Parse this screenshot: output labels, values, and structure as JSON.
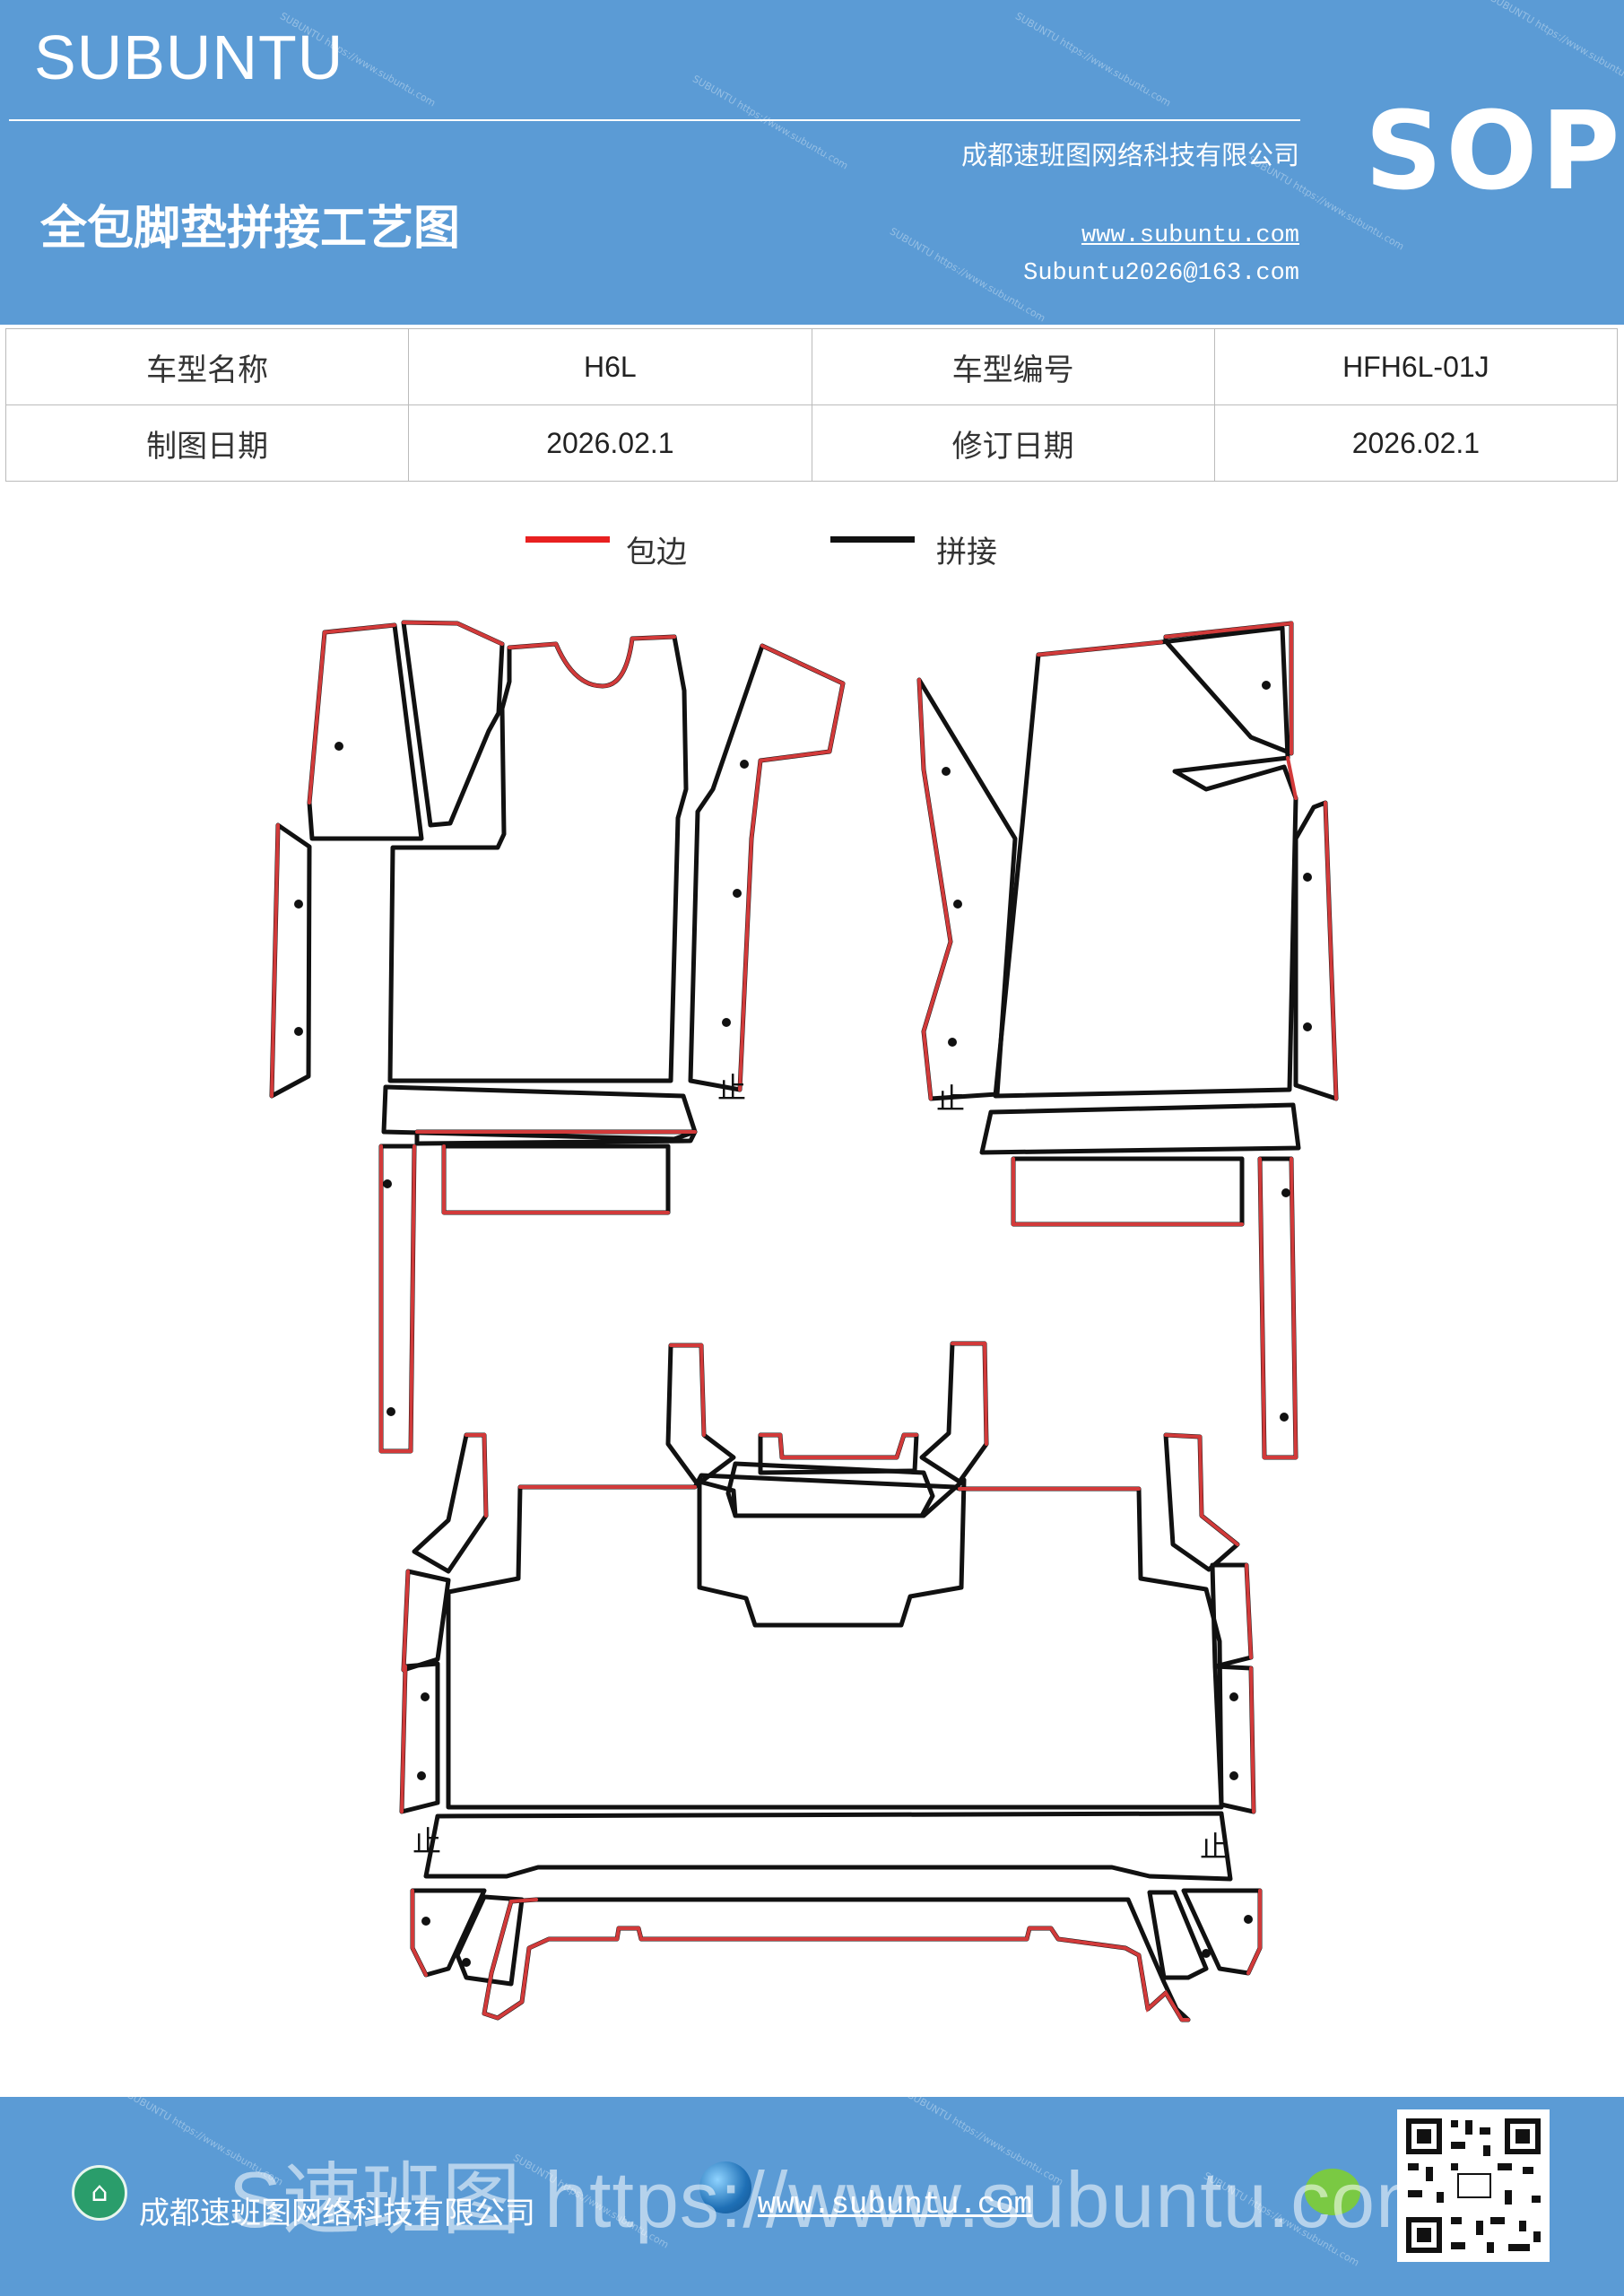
{
  "header": {
    "brand": "SUBUNTU",
    "doc_title": "全包脚垫拼接工艺图",
    "company": "成都速班图网络科技有限公司",
    "website": "www.subuntu.com",
    "email": "Subuntu2026@163.com",
    "badge": "SOP"
  },
  "info_table": {
    "model_name_label": "车型名称",
    "model_name_value": "H6L",
    "model_code_label": "车型编号",
    "model_code_value": "HFH6L-01J",
    "drawing_date_label": "制图日期",
    "drawing_date_value": "2026.02.1",
    "revision_date_label": "修订日期",
    "revision_date_value": "2026.02.1"
  },
  "legend": {
    "items": [
      {
        "label": "包边",
        "color": "#e82020"
      },
      {
        "label": "拼接",
        "color": "#111111"
      }
    ]
  },
  "diagram": {
    "edge_color": "#d23a3a",
    "seam_color": "#111111",
    "mark_glyph": "止"
  },
  "footer": {
    "company": "成都速班图网络科技有限公司",
    "website": "www.subuntu.com",
    "overlay_text": "S速班图 https://www.subuntu.com"
  },
  "colors": {
    "banner": "#5b9bd5"
  }
}
